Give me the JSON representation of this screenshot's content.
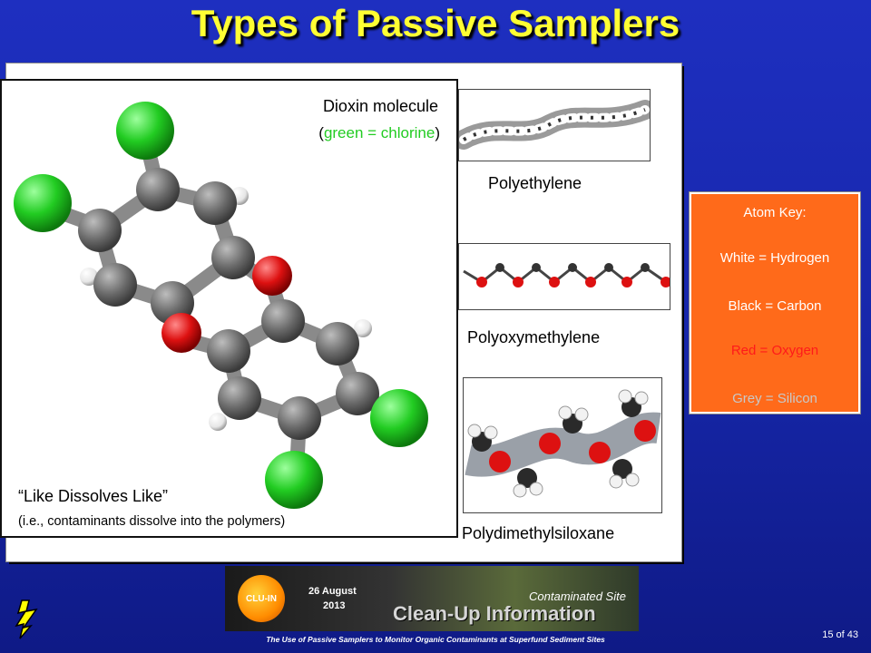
{
  "slide": {
    "title": "Types of Passive Samplers",
    "page_number": "15 of 43",
    "footer_text": "The Use of Passive Samplers to Monitor Organic Contaminants at Superfund Sediment Sites"
  },
  "dioxin": {
    "title": "Dioxin molecule",
    "subtitle_prefix": "(",
    "subtitle_green": "green = chlorine",
    "subtitle_suffix": ")",
    "caption": "“Like Dissolves Like”",
    "caption_sub": "(i.e., contaminants dissolve into the polymers)"
  },
  "polymers": [
    {
      "label": "Polyethylene"
    },
    {
      "label": "Polyoxymethylene"
    },
    {
      "label": "Polydimethylsiloxane"
    }
  ],
  "atom_key": {
    "heading": "Atom Key:",
    "items": [
      {
        "text": "White = Hydrogen",
        "color": "#ffffff"
      },
      {
        "text": "Black = Carbon",
        "color": "#ffffff"
      },
      {
        "text": "Red = Oxygen",
        "color": "#ff1a1a"
      },
      {
        "text": "Grey = Silicon",
        "color": "#c8c8c8"
      }
    ]
  },
  "banner": {
    "date_line1": "26 August",
    "date_line2": "2013",
    "logo_text": "CLU-IN",
    "subtitle": "Contaminated Site",
    "main": "Clean-Up Information"
  },
  "colors": {
    "title": "#ffff33",
    "chlorine": "#22cc22",
    "oxygen": "#dd1111",
    "carbon": "#707070",
    "hydrogen": "#f2f2f2",
    "key_bg": "#ff6a1a"
  }
}
